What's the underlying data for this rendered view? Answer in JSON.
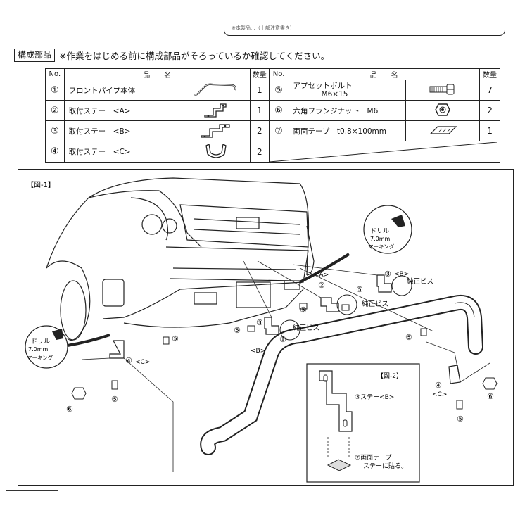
{
  "top_note": "※本製品…（上部注意書き）",
  "header": {
    "badge": "構成部品",
    "intro": "※作業をはじめる前に構成部品がそろっているか確認してください。"
  },
  "table": {
    "col_no": "No.",
    "col_name": "品　　名",
    "col_qty": "数量",
    "left_rows": [
      {
        "no": "①",
        "name": "フロントパイプ本体",
        "qty": "1",
        "icon": "front-pipe-icon"
      },
      {
        "no": "②",
        "name": "取付ステー　<A>",
        "qty": "1",
        "icon": "stay-a-icon"
      },
      {
        "no": "③",
        "name": "取付ステー　<B>",
        "qty": "2",
        "icon": "stay-b-icon"
      },
      {
        "no": "④",
        "name": "取付ステー　<C>",
        "qty": "2",
        "icon": "stay-c-icon"
      }
    ],
    "right_rows": [
      {
        "no": "⑤",
        "name": "アプセットボルト",
        "name2": "M6×15",
        "qty": "7",
        "icon": "bolt-icon"
      },
      {
        "no": "⑥",
        "name": "六角フランジナット　M6",
        "qty": "2",
        "icon": "nut-icon"
      },
      {
        "no": "⑦",
        "name": "両面テープ　t0.8×100mm",
        "qty": "1",
        "icon": "tape-icon"
      }
    ]
  },
  "figure1": {
    "label": "【図-1】",
    "drill_text": "ドリル",
    "drill_size": "7.0mm",
    "drill_mark": "マーキング",
    "genuine_screw": "純正ビス",
    "c1": "①",
    "c2": "②",
    "c3": "③",
    "c4": "④",
    "c5": "⑤",
    "c6": "⑥",
    "lbl_a": "<A>",
    "lbl_b": "<B>",
    "lbl_c": "<C>"
  },
  "figure2": {
    "label": "【図-2】",
    "stay_label": "③ステー<B>",
    "tape_label1": "⑦両面テープ",
    "tape_label2": "ステーに貼る。"
  }
}
